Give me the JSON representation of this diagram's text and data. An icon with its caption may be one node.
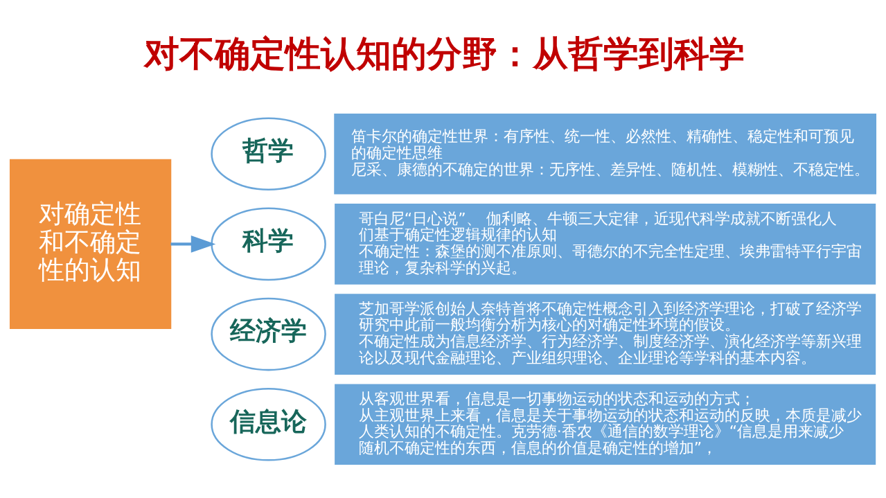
{
  "diagram": {
    "title": "对不确定性认知的分野：从哲学到科学",
    "nodes": [
      {
        "text": [
          "对确定性和不确定性的认知"
        ]
      },
      {
        "text": [
          "哲学"
        ]
      },
      {
        "text": [
          "笛卡尔的确定性世界：有序性、统一性、必然性、精确性、稳定性和可预见的确定性思维",
          "尼采、康德的不确定的世界：无序性、差异性、随机性、模糊性、不稳定性。"
        ]
      },
      {
        "text": [
          "科学"
        ]
      },
      {
        "text": [
          "哥白尼“日心说”、 伽利略、牛顿三大定律，近现代科学成就不断强化人们基于确定性逻辑规律的认知",
          "不确定性：森堡的测不准原则、哥德尔的不完全性定理、埃弗雷特平行宇宙理论，复杂科学的兴起。"
        ]
      },
      {
        "text": [
          "经济学"
        ]
      },
      {
        "text": [
          "芝加哥学派创始人奈特首将不确定性概念引入到经济学理论，打破了经济学研究中此前一般均衡分析为核心的对确定性环境的假设。",
          "不确定性成为信息经济学、行为经济学、制度经济学、演化经济学等新兴理论以及现代金融理论、产业组织理论、企业理论等学科的基本内容。"
        ]
      },
      {
        "text": [
          "信息论"
        ]
      },
      {
        "text": [
          "从客观世界看，信息是一切事物运动的状态和运动的方式；",
          "从主观世界上来看，信息是关于事物运动的状态和运动的反映，本质是减少人类认知的不确定性。克劳德·香农《通信的数学理论》“信息是用来减少随机不确定性的东西，信息的价值是确定性的增加”，"
        ]
      }
    ],
    "edges": [
      {
        "from": 0,
        "to": 3,
        "arrow": "to"
      }
    ]
  }
}
